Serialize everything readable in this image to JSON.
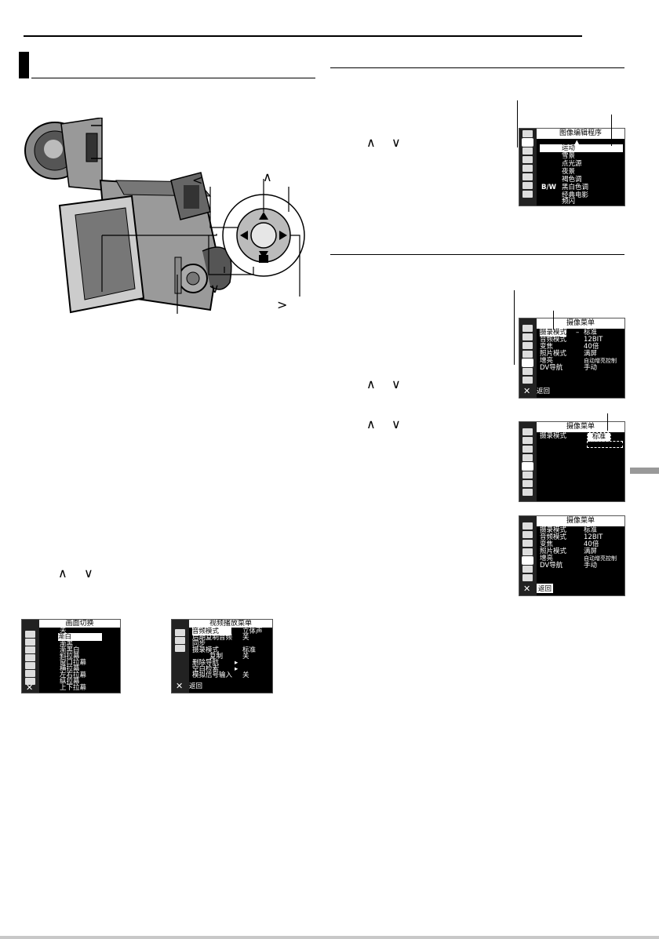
{
  "chevrons": {
    "up": "∧",
    "down": "∨",
    "left": "<",
    "right": ">"
  },
  "close_symbol": "✕",
  "scene_menu": {
    "title": "图像编辑程序",
    "scroll_up": "▲",
    "scroll_down": "▼",
    "items": [
      "运动",
      "雪景",
      "点光源",
      "夜景",
      "褐色调",
      "黑白色调",
      "经典电影",
      "频闪"
    ],
    "item_icons": [
      "",
      "",
      "",
      "",
      "",
      "B/W",
      "",
      ""
    ]
  },
  "camera_menu": {
    "title": "摄像菜单",
    "back": "返回",
    "rows": [
      {
        "label": "摄录模式",
        "value": "标准"
      },
      {
        "label": "音频模式",
        "value": "12BIT"
      },
      {
        "label": "变焦",
        "value": "40倍"
      },
      {
        "label": "照片模式",
        "value": "满屏"
      },
      {
        "label": "增亮",
        "value": "自动增亮控制"
      },
      {
        "label": "DV导航",
        "value": "手动"
      }
    ],
    "value_prefix": "–",
    "submenu_value": "标准"
  },
  "wipe_menu": {
    "title": "画面切换",
    "items": [
      "关",
      "渐白",
      "渐黑",
      "渐黑白",
      "斜拉幕",
      "窗口拉幕",
      "横拉幕",
      "左右拉幕",
      "纵拉幕",
      "上下拉幕"
    ]
  },
  "playback_menu": {
    "title": "视频播放菜单",
    "back": "返回",
    "rows": [
      {
        "label": "音频模式",
        "value": "立体声"
      },
      {
        "label": "后期复制音频",
        "value": "关"
      },
      {
        "label": "同步",
        "value": ""
      },
      {
        "label": "摄录模式",
        "value": "标准"
      },
      {
        "label": "复制",
        "value": "关"
      },
      {
        "label": "删除导航",
        "value": "▸"
      },
      {
        "label": "空白检索",
        "value": "▸"
      },
      {
        "label": "模拟信号输入",
        "value": "关"
      }
    ]
  }
}
